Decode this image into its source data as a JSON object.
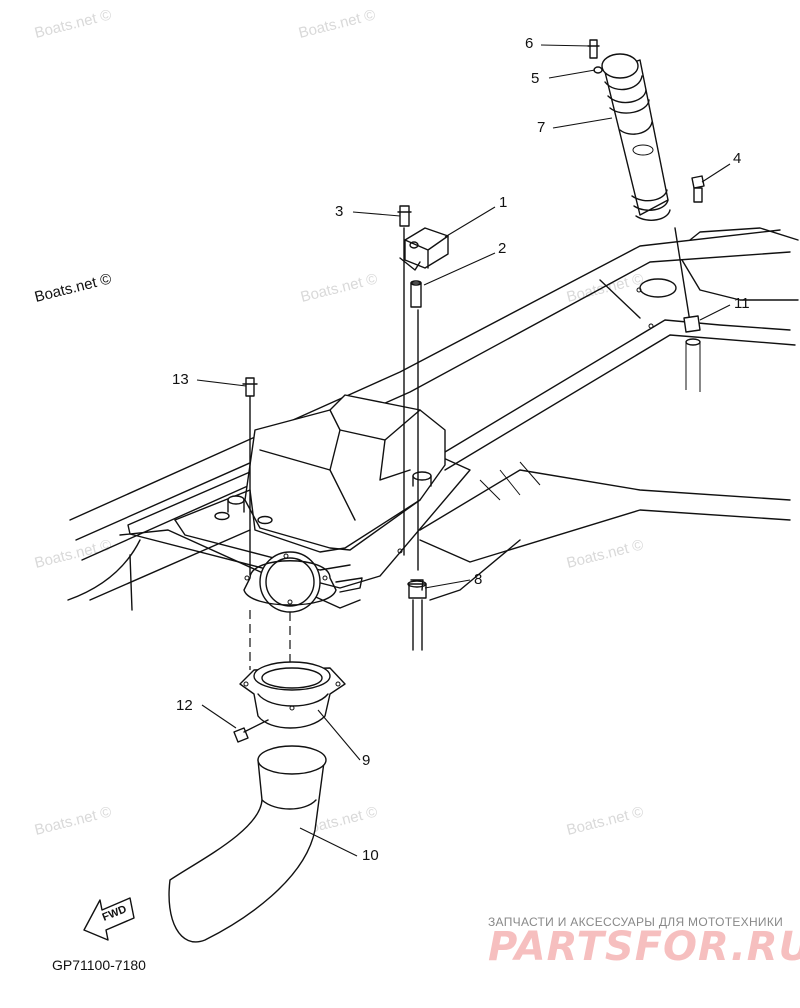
{
  "watermark": "Boats.net ©",
  "callouts": [
    "1",
    "2",
    "3",
    "4",
    "5",
    "6",
    "7",
    "8",
    "9",
    "10",
    "11",
    "12",
    "13"
  ],
  "fwd_label": "FWD",
  "diagram_code": "GP71100-7180",
  "brand": {
    "tagline": "ЗАПЧАСТИ И АКСЕССУАРЫ ДЛЯ МОТОТЕХНИКИ",
    "logo": "PARTSFOR.RU",
    "logo_color": "#e84a4a"
  }
}
